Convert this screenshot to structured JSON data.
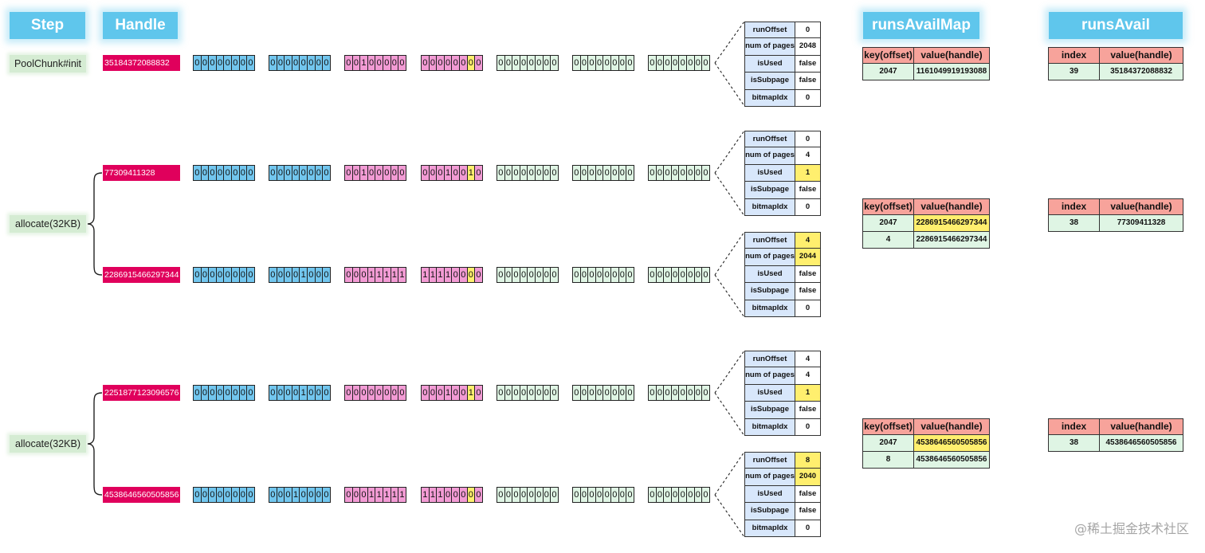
{
  "headers": {
    "step": "Step",
    "handle": "Handle",
    "runs_avail_map": "runsAvailMap",
    "runs_avail": "runsAvail"
  },
  "steps": [
    {
      "label": "PoolChunk#init"
    },
    {
      "label": "allocate(32KB)"
    },
    {
      "label": "allocate(32KB)"
    }
  ],
  "rows": [
    {
      "handle": "35184372088832",
      "bytes": [
        "00000000",
        "00000000",
        "00100000",
        "00000000",
        "00000000",
        "00000000",
        "00000000"
      ],
      "info": [
        {
          "k": "runOffset",
          "v": "0",
          "hl": false
        },
        {
          "k": "num of pages",
          "v": "2048",
          "hl": false
        },
        {
          "k": "isUsed",
          "v": "false",
          "hl": false
        },
        {
          "k": "isSubpage",
          "v": "false",
          "hl": false
        },
        {
          "k": "bitmapIdx",
          "v": "0",
          "hl": false
        }
      ]
    },
    {
      "handle": "77309411328",
      "bytes": [
        "00000000",
        "00000000",
        "00100000",
        "00010010",
        "00000000",
        "00000000",
        "00000000"
      ],
      "info": [
        {
          "k": "runOffset",
          "v": "0",
          "hl": false
        },
        {
          "k": "num of pages",
          "v": "4",
          "hl": false
        },
        {
          "k": "isUsed",
          "v": "1",
          "hl": true
        },
        {
          "k": "isSubpage",
          "v": "false",
          "hl": false
        },
        {
          "k": "bitmapIdx",
          "v": "0",
          "hl": false
        }
      ]
    },
    {
      "handle": "2286915466297344",
      "bytes": [
        "00000000",
        "00001000",
        "00011111",
        "11110000",
        "00000000",
        "00000000",
        "00000000"
      ],
      "info": [
        {
          "k": "runOffset",
          "v": "4",
          "hl": true
        },
        {
          "k": "num of pages",
          "v": "2044",
          "hl": true
        },
        {
          "k": "isUsed",
          "v": "false",
          "hl": false
        },
        {
          "k": "isSubpage",
          "v": "false",
          "hl": false
        },
        {
          "k": "bitmapIdx",
          "v": "0",
          "hl": false
        }
      ]
    },
    {
      "handle": "2251877123096576",
      "bytes": [
        "00000000",
        "00001000",
        "00000000",
        "00010010",
        "00000000",
        "00000000",
        "00000000"
      ],
      "info": [
        {
          "k": "runOffset",
          "v": "4",
          "hl": false
        },
        {
          "k": "num of pages",
          "v": "4",
          "hl": false
        },
        {
          "k": "isUsed",
          "v": "1",
          "hl": true
        },
        {
          "k": "isSubpage",
          "v": "false",
          "hl": false
        },
        {
          "k": "bitmapIdx",
          "v": "0",
          "hl": false
        }
      ]
    },
    {
      "handle": "4538646560505856",
      "bytes": [
        "00000000",
        "00010000",
        "00011111",
        "11100000",
        "00000000",
        "00000000",
        "00000000"
      ],
      "info": [
        {
          "k": "runOffset",
          "v": "8",
          "hl": true
        },
        {
          "k": "num of pages",
          "v": "2040",
          "hl": true
        },
        {
          "k": "isUsed",
          "v": "false",
          "hl": false
        },
        {
          "k": "isSubpage",
          "v": "false",
          "hl": false
        },
        {
          "k": "bitmapIdx",
          "v": "0",
          "hl": false
        }
      ]
    }
  ],
  "byte_colors": [
    "blue",
    "blue",
    "pink",
    "pink",
    "green",
    "green",
    "green"
  ],
  "runs_avail_map": [
    {
      "header": [
        "key(offset)",
        "value(handle)"
      ],
      "rows": [
        [
          {
            "v": "2047",
            "hl": false
          },
          {
            "v": "1161049919193088",
            "hl": false
          }
        ]
      ]
    },
    {
      "header": [
        "key(offset)",
        "value(handle)"
      ],
      "rows": [
        [
          {
            "v": "2047",
            "hl": false
          },
          {
            "v": "2286915466297344",
            "hl": true
          }
        ],
        [
          {
            "v": "4",
            "hl": false
          },
          {
            "v": "2286915466297344",
            "hl": false
          }
        ]
      ]
    },
    {
      "header": [
        "key(offset)",
        "value(handle)"
      ],
      "rows": [
        [
          {
            "v": "2047",
            "hl": false
          },
          {
            "v": "4538646560505856",
            "hl": true
          }
        ],
        [
          {
            "v": "8",
            "hl": false
          },
          {
            "v": "4538646560505856",
            "hl": false
          }
        ]
      ]
    }
  ],
  "runs_avail": [
    {
      "header": [
        "index",
        "value(handle)"
      ],
      "rows": [
        [
          "39",
          "35184372088832"
        ]
      ]
    },
    {
      "header": [
        "index",
        "value(handle)"
      ],
      "rows": [
        [
          "38",
          "77309411328"
        ]
      ]
    },
    {
      "header": [
        "index",
        "value(handle)"
      ],
      "rows": [
        [
          "38",
          "4538646560505856"
        ]
      ]
    }
  ],
  "colors": {
    "header_bg": "#5fc6ec",
    "handle_bg": "#e0005c",
    "bit_blue": "#72c6ee",
    "bit_pink": "#f29bd4",
    "bit_green": "#dff5e4",
    "highlight": "#ffef6e",
    "table_header": "#f7a39b",
    "table_row": "#dff5e4",
    "info_key": "#d8e7fb"
  },
  "watermark": "@稀土掘金技术社区"
}
